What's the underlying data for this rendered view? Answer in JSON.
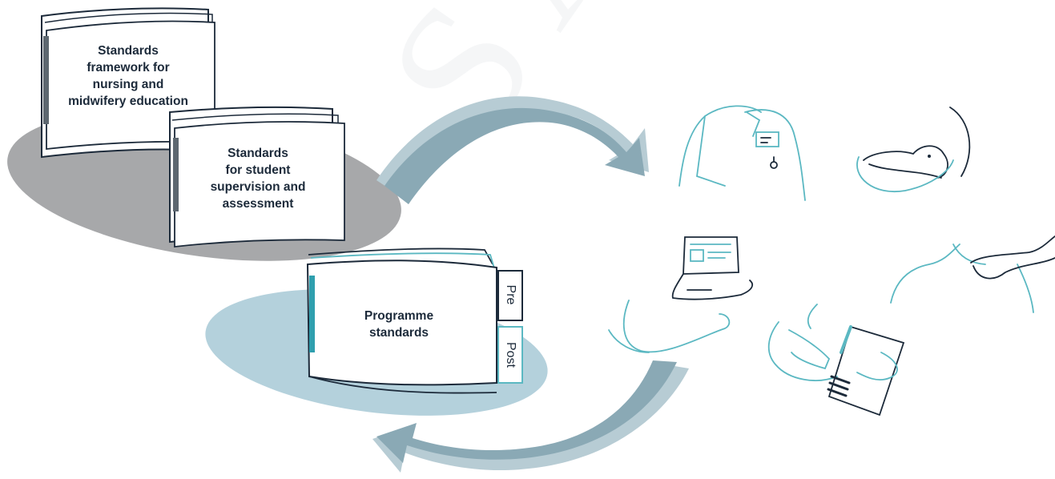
{
  "books": {
    "framework": {
      "title": "Standards\nframework for\nnursing and\nmidwifery education"
    },
    "supervision": {
      "title": "Standards\nfor student\nsupervision and\nassessment"
    },
    "programme": {
      "title": "Programme\nstandards",
      "tab_pre": "Pre",
      "tab_post": "Post"
    }
  },
  "watermark": "SAMPLE",
  "colors": {
    "navy": "#1c2a3a",
    "teal": "#5bb8c2",
    "arrow": "#8aa9b5",
    "arrow_light": "#b7ccd4",
    "grey_shadow": "#a7a8aa",
    "blue_shadow": "#b4d1dc"
  },
  "icons": [
    "arrow-right-icon",
    "arrow-left-icon",
    "nurse-icon",
    "baby-icon",
    "laptop-icon",
    "person-icon",
    "student-book-icon"
  ]
}
